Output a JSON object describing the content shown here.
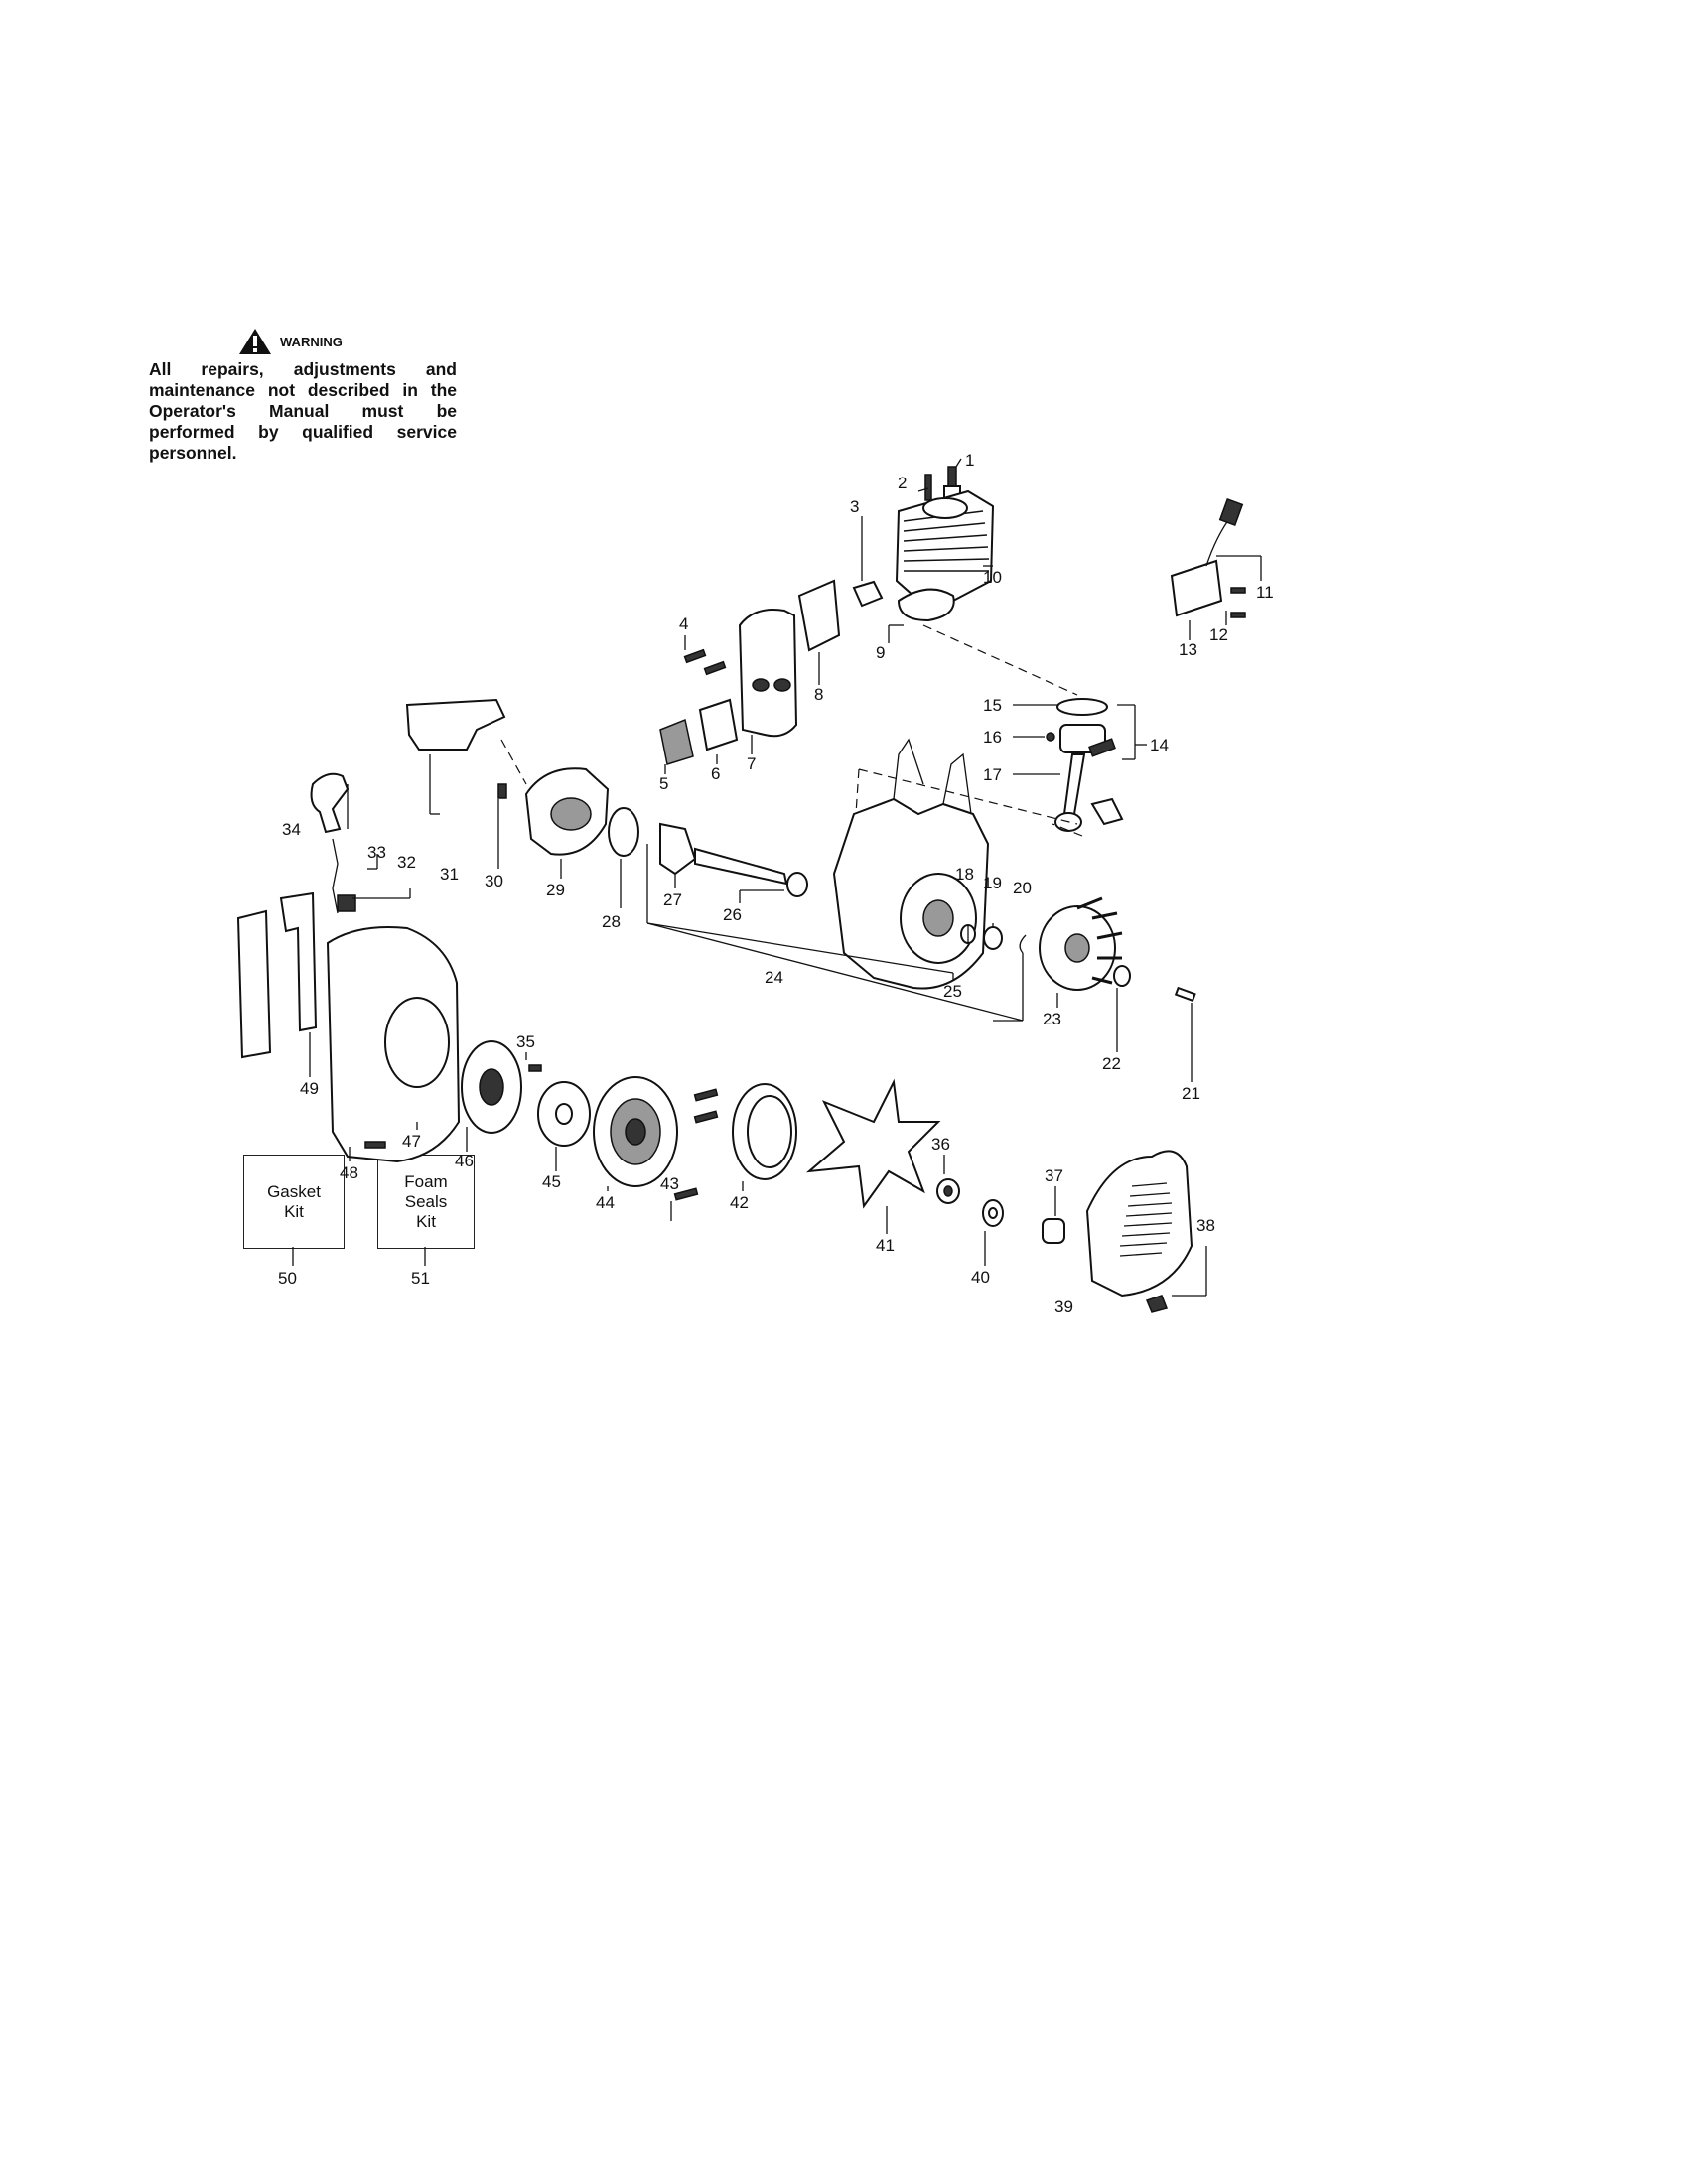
{
  "warning": {
    "title": "WARNING",
    "text": "All repairs, adjustments and maintenance not described in the Operator's Manual must be performed by qualified service personnel."
  },
  "kits": {
    "gasket": "Gasket\nKit",
    "foam": "Foam\nSeals\nKit"
  },
  "callouts": [
    "1",
    "2",
    "3",
    "4",
    "5",
    "6",
    "7",
    "8",
    "9",
    "10",
    "11",
    "12",
    "13",
    "14",
    "15",
    "16",
    "17",
    "18",
    "19",
    "20",
    "21",
    "22",
    "23",
    "24",
    "25",
    "26",
    "27",
    "28",
    "29",
    "30",
    "31",
    "32",
    "33",
    "34",
    "35",
    "36",
    "37",
    "38",
    "39",
    "40",
    "41",
    "42",
    "43",
    "44",
    "45",
    "46",
    "47",
    "48",
    "49",
    "50",
    "51"
  ]
}
